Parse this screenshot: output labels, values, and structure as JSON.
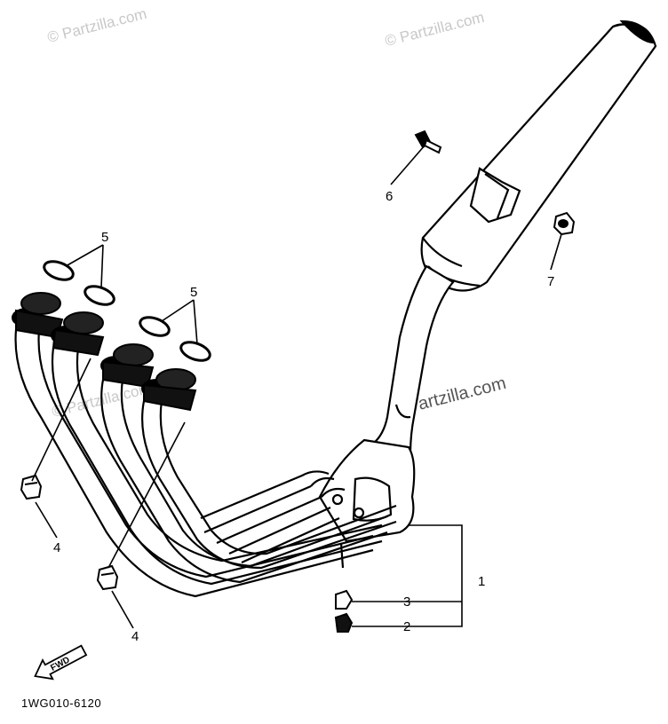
{
  "watermarks": {
    "top_left": "© Partzilla.com",
    "top_right": "© Partzilla.com",
    "center": "© Partzilla.com",
    "left_faint": "© Partzilla.com"
  },
  "callouts": {
    "p1": "1",
    "p2": "2",
    "p3": "3",
    "p4a": "4",
    "p4b": "4",
    "p5a": "5",
    "p5b": "5",
    "p6": "6",
    "p7": "7"
  },
  "fwd_label": "FWD",
  "diagram_code": "1WG010-6120",
  "colors": {
    "ink": "#000000",
    "background": "#ffffff",
    "watermark": "#c8c8c8"
  }
}
